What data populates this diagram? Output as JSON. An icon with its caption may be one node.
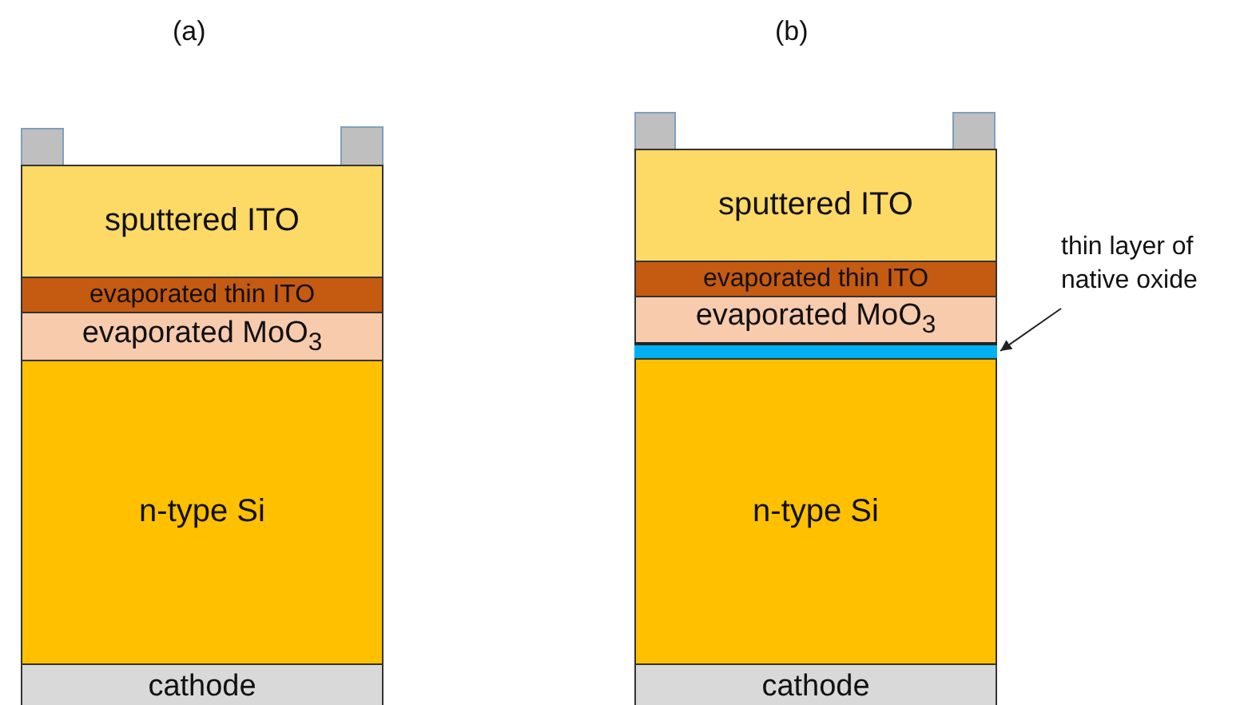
{
  "diagram": {
    "nodes": [
      {
        "text": [],
        "shape": "box"
      },
      {
        "text": [],
        "shape": "box"
      },
      {
        "text": [
          "sputtered ITO"
        ]
      },
      {
        "text": [
          "evaporated thin ITO"
        ]
      },
      {
        "text": [
          "evaporated MoO$_{3}$"
        ]
      },
      {
        "text": [
          "n-type Si"
        ]
      },
      {
        "text": [
          "cathode"
        ]
      },
      {
        "text": [],
        "shape": "box"
      },
      {
        "text": [],
        "shape": "box"
      },
      {
        "text": [
          "sputtered ITO"
        ]
      },
      {
        "text": [
          "evaporated thin ITO"
        ]
      },
      {
        "text": [
          "evaporated MoO$_{3}$"
        ]
      },
      {
        "text": [],
        "shape": "bar"
      },
      {
        "text": [
          "n-type Si"
        ]
      },
      {
        "text": [
          "cathode"
        ]
      },
      {
        "text": [
          "thin layer of native oxide"
        ]
      }
    ],
    "edges": [
      {
        "from": 15,
        "to": 12,
        "arrow": "to"
      }
    ],
    "labels": [
      "(a)",
      "(b)"
    ]
  }
}
